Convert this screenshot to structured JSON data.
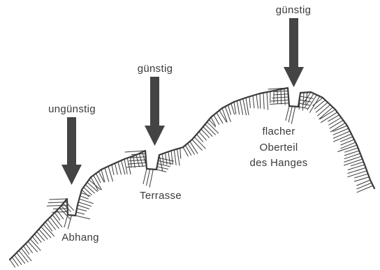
{
  "diagram": {
    "arrow_labels": {
      "ungunstig": "ungünstig",
      "terrasse": "günstig",
      "oberteil": "günstig"
    },
    "terrain_labels": {
      "abhang": "Abhang",
      "terrasse": "Terrasse",
      "flacher_line1": "flacher",
      "flacher_line2": "Oberteil",
      "flacher_line3": "des Hanges"
    },
    "colors": {
      "ink": "#3a3a3a",
      "arrow": "#444444",
      "background": "#ffffff"
    }
  }
}
